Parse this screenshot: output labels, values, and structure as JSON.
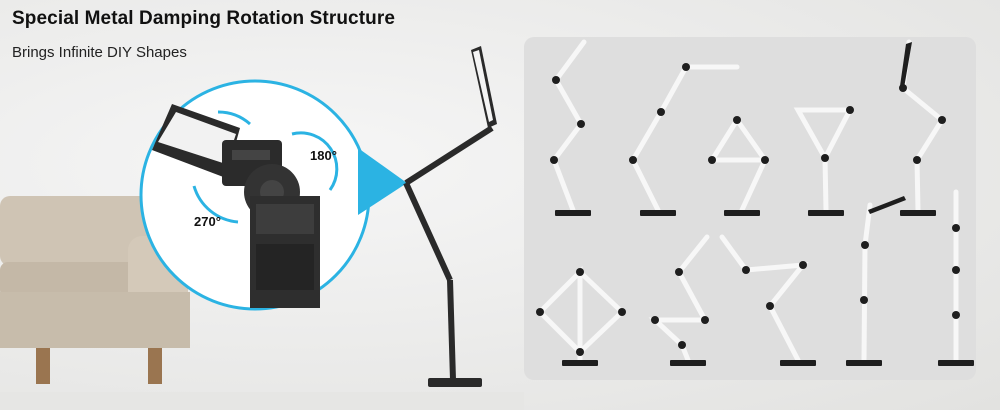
{
  "headline": "Special Metal Damping Rotation Structure",
  "subline": "Brings Infinite DIY Shapes",
  "detail": {
    "angle_a": "180°",
    "angle_b": "270°"
  },
  "colors": {
    "accent": "#2bb3e3",
    "lamp_body": "#2a2a2a",
    "light_bar": "#f4f4f4"
  }
}
